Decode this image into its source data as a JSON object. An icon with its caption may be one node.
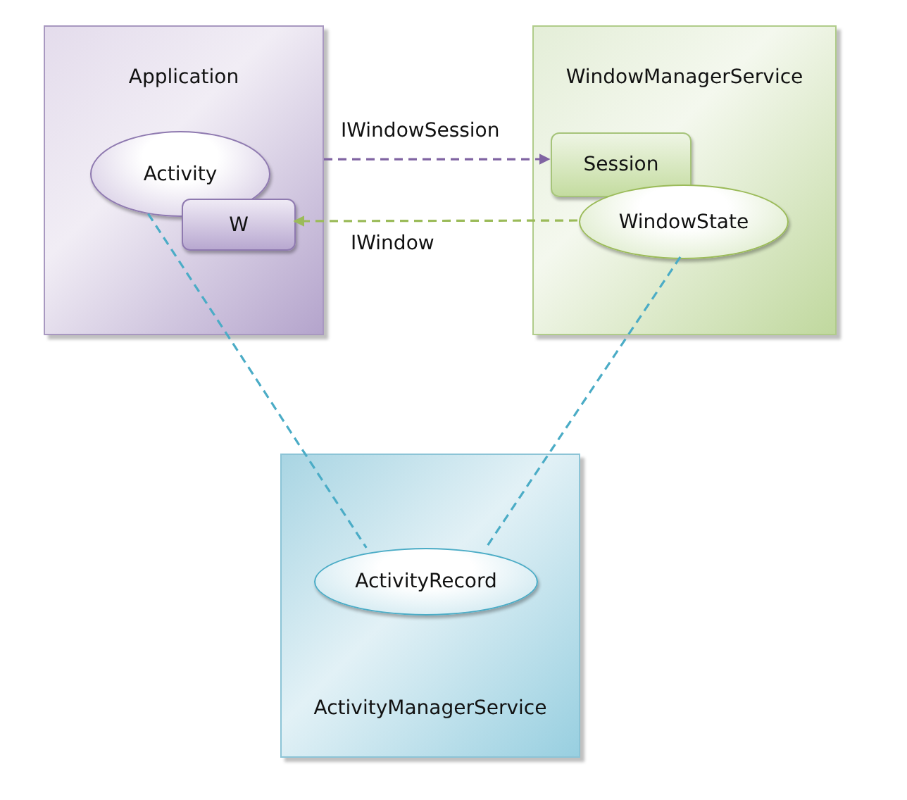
{
  "diagram": {
    "nodes": [
      {
        "text": [
          "Application"
        ]
      },
      {
        "text": [
          "Activity"
        ],
        "in": 0
      },
      {
        "text": [
          "W"
        ],
        "in": 0
      },
      {
        "text": [
          "WindowManagerService"
        ]
      },
      {
        "text": [
          "Session"
        ],
        "in": 3
      },
      {
        "text": [
          "WindowState"
        ],
        "in": 3
      },
      {
        "text": [
          "ActivityManagerService"
        ]
      },
      {
        "text": [
          "ActivityRecord"
        ],
        "in": 6
      }
    ],
    "edges": [
      {
        "from": 0,
        "to": 4,
        "arrow": "to",
        "label": "IWindowSession",
        "style": "dashed",
        "color": "#8064a2"
      },
      {
        "from": 5,
        "to": 2,
        "arrow": "to",
        "label": "IWindow",
        "style": "dashed",
        "color": "#9bbb59"
      },
      {
        "from": 1,
        "to": 7,
        "arrow": "none",
        "style": "dashed",
        "color": "#4bacc6"
      },
      {
        "from": 5,
        "to": 7,
        "arrow": "none",
        "style": "dashed",
        "color": "#4bacc6"
      }
    ]
  }
}
